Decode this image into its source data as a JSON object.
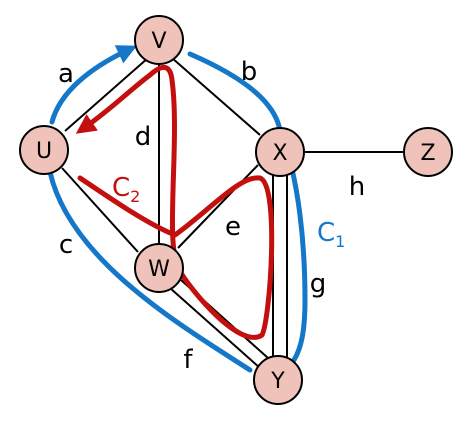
{
  "colors": {
    "node_fill": "#EFC3BA",
    "node_stroke": "#000000",
    "edge": "#000000",
    "cycle1": "#1577C8",
    "cycle2": "#C40F0F"
  },
  "nodes": {
    "V": "V",
    "U": "U",
    "X": "X",
    "Z": "Z",
    "W": "W",
    "Y": "Y"
  },
  "edges": {
    "a": "a",
    "b": "b",
    "c": "c",
    "d": "d",
    "e": "e",
    "f": "f",
    "g": "g",
    "h": "h"
  },
  "cycles": {
    "c1": {
      "base": "C",
      "sub": "1"
    },
    "c2": {
      "base": "C",
      "sub": "2"
    }
  }
}
